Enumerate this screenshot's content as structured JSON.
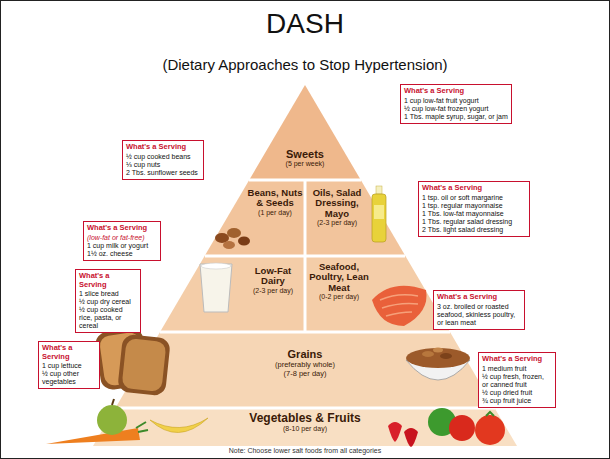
{
  "diagram": {
    "title": "DASH",
    "nodes": [
      {
        "text": [
          "What's a Serving",
          "1 cup low-fat fruit yogurt",
          "½ cup low-fat frozen yogurt",
          "1 Tbs. maple syrup, sugar, or jam"
        ]
      },
      {
        "text": [
          "What's a Serving",
          "½ cup cooked beans",
          "⅓ cup nuts",
          "2 Tbs. sunflower seeds"
        ]
      },
      {
        "text": [
          "Sweets",
          "(5 per week)"
        ]
      },
      {
        "text": [
          "What's a Serving",
          "1 tsp. oil or soft margarine",
          "1 tsp. regular mayonnaise",
          "1 Tbs. low-fat mayonnaise",
          "1 Tbs. regular salad dressing",
          "2 Tbs. light salad dressing"
        ]
      },
      {
        "text": [
          "Beans, Nuts & Seeds",
          "(1 per day)"
        ]
      },
      {
        "text": [
          "Oils, Salad Dressing, Mayo",
          "(2-3 per day)"
        ]
      },
      {
        "text": [
          "What's a Serving",
          "(low-fat or fat-free)",
          "1 cup milk or yogurt",
          "1½ oz. cheese"
        ]
      },
      {
        "text": [
          "What's a Serving",
          "1 slice bread",
          "½ cup dry cereal",
          "½ cup cooked rice, pasta, or cereal"
        ]
      },
      {
        "text": [
          "Low-Fat Dairy",
          "(2-3 per day)"
        ]
      },
      {
        "text": [
          "Seafood, Poultry, Lean Meat",
          "(0-2 per day)"
        ]
      },
      {
        "text": [
          "What's a Serving",
          "3 oz. broiled or roasted seafood, skinless poultry, or lean meat"
        ]
      },
      {
        "text": [
          "Grains",
          "(preferably whole)",
          "(7-8 per day)"
        ]
      },
      {
        "text": [
          "What's a Serving",
          "1 cup lettuce",
          "½ cup other vegetables"
        ]
      },
      {
        "text": [
          "What's a Serving",
          "1 medium fruit",
          "½ cup fresh, frozen, or canned fruit",
          "½ cup dried fruit",
          "¾ cup fruit juice"
        ]
      },
      {
        "text": [
          "Vegetables & Fruits",
          "(8-10 per day)"
        ]
      }
    ],
    "labels": [
      "(Dietary Approaches to Stop Hypertension)",
      "Note: Choose lower salt foods from all categories"
    ]
  }
}
